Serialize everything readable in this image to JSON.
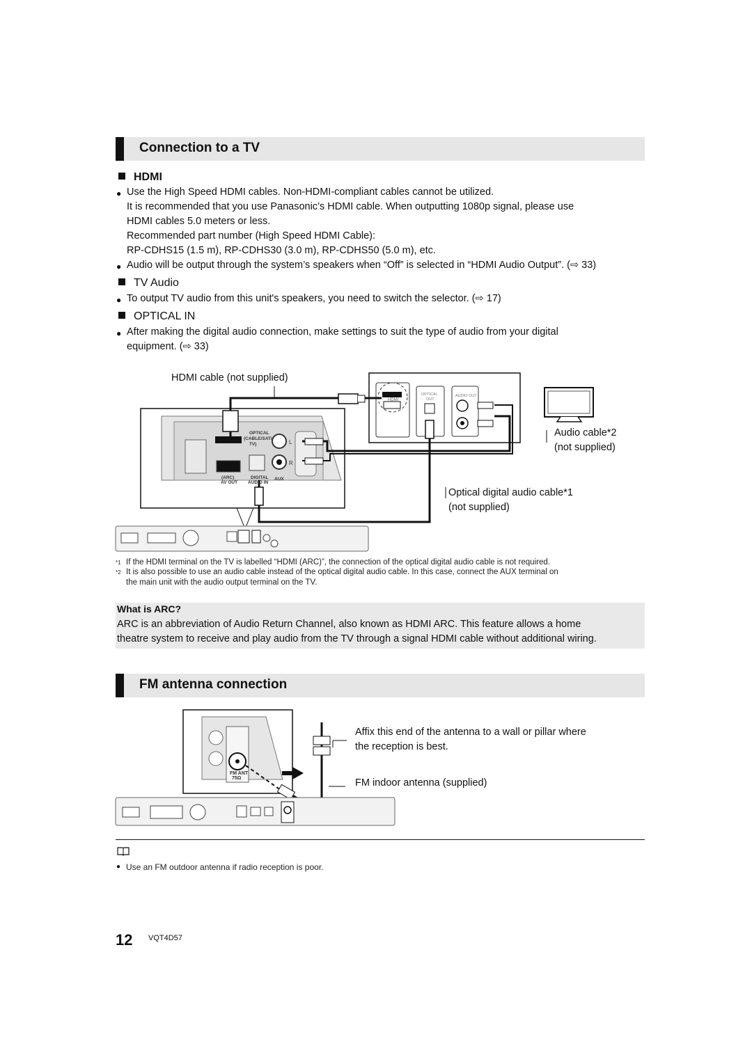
{
  "tv_section": {
    "title": "Connection to a TV",
    "hdmi": {
      "heading": "HDMI",
      "b1_line1": "Use the High Speed HDMI cables. Non-HDMI-compliant cables cannot be utilized.",
      "b1_line2": "It is recommended that you use Panasonic’s HDMI cable. When outputting 1080p signal, please use",
      "b1_line3": "HDMI cables 5.0 meters or less.",
      "b1_line4": "Recommended part number (High Speed HDMI Cable):",
      "b1_line5": "RP-CDHS15 (1.5 m), RP-CDHS30 (3.0 m), RP-CDHS50 (5.0 m), etc.",
      "b2_line1": "Audio will be output through the system’s speakers when “Off” is selected in “HDMI Audio Output”. (⇨ 33)"
    },
    "tv_audio": {
      "heading": "TV Audio",
      "b1_line1": "To output TV audio from this unit's speakers, you need to switch the selector. (⇨ 17)"
    },
    "optical": {
      "heading": "OPTICAL IN",
      "b1_line1": "After making the digital audio connection, make settings to suit the type of audio from your digital",
      "b1_line2": "equipment. (⇨ 33)"
    },
    "diagram": {
      "hdmi_cable_label": "HDMI cable (not supplied)",
      "audio_cable_label": "Audio cable*2",
      "audio_cable_sub": "(not supplied)",
      "optical_cable_label": "Optical digital audio cable*1",
      "optical_cable_sub": "(not supplied)",
      "port_optical": "OPTICAL",
      "port_cable_sat": "(CABLE/SAT/",
      "port_tv": "TV)",
      "port_arc": "(ARC)",
      "port_av_out": "AV OUT",
      "port_digital": "DIGITAL",
      "port_audio_in": "AUDIO IN",
      "port_aux": "AUX",
      "port_l": "L",
      "port_r": "R",
      "tv_hdmi": "HDMI",
      "tv_optical": "OPTICAL",
      "tv_out": "OUT",
      "tv_audio_out": "AUDIO OUT"
    },
    "notes": {
      "n1_mark": "*1",
      "n1": "If the HDMI terminal on the TV is labelled “HDMI (ARC)”, the connection of the optical digital audio cable is not required.",
      "n2_mark": "*2",
      "n2_line1": "It is also possible to use an audio cable instead of the optical digital audio cable. In this case, connect the AUX terminal on",
      "n2_line2": "the main unit with the audio output terminal on the TV."
    },
    "arc": {
      "heading": "What is ARC?",
      "line1": "ARC is an abbreviation of Audio Return Channel, also known as HDMI ARC. This feature allows a home",
      "line2": "theatre system to receive and play audio from the TV through a signal HDMI cable without additional wiring."
    }
  },
  "fm_section": {
    "title": "FM antenna connection",
    "affix_line1": "Affix this end of the antenna to a wall or pillar where",
    "affix_line2": "the reception is best.",
    "antenna_label": "FM indoor antenna (supplied)",
    "port_fm_ant": "FM ANT",
    "port_ohm": "75Ω",
    "tip": "Use an FM outdoor antenna if radio reception is poor."
  },
  "footer": {
    "page_number": "12",
    "doc_code": "VQT4D57"
  }
}
